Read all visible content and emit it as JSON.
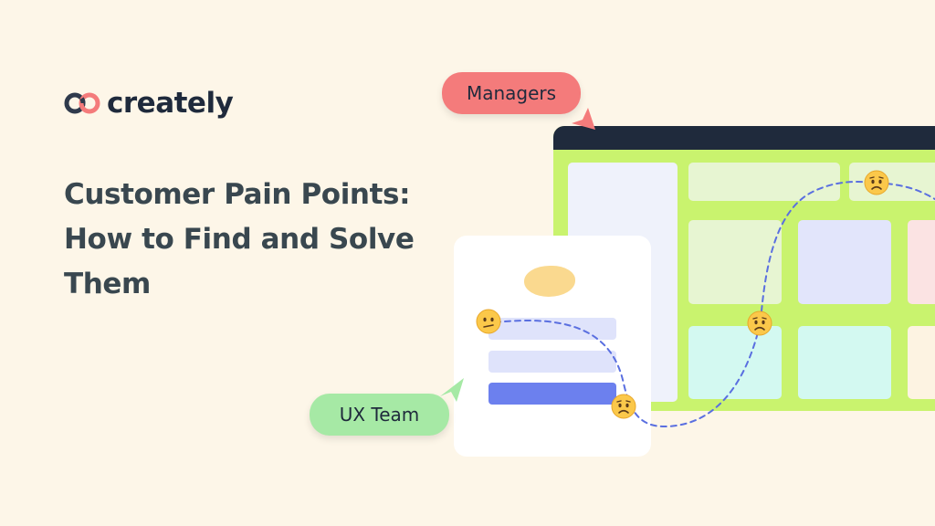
{
  "brand": {
    "name": "creately",
    "logo_icon": "creately-logo-icon"
  },
  "headline": {
    "lines": [
      "Customer Pain Points:",
      "How to Find and Solve",
      "Them"
    ]
  },
  "labels": {
    "managers": "Managers",
    "ux_team": "UX Team"
  },
  "emojis": {
    "confused": "confused-face-icon",
    "worried": "worried-face-icon"
  },
  "colors": {
    "background": "#fdf6e8",
    "text_dark": "#1f2a3c",
    "headline": "#39474f",
    "board": "#c9f36e",
    "managers_pill": "#f47b7b",
    "ux_pill": "#a6e9a5",
    "accent_blue": "#6c80ee",
    "path": "#5a6fe0",
    "emoji_face": "#fbc84a"
  }
}
